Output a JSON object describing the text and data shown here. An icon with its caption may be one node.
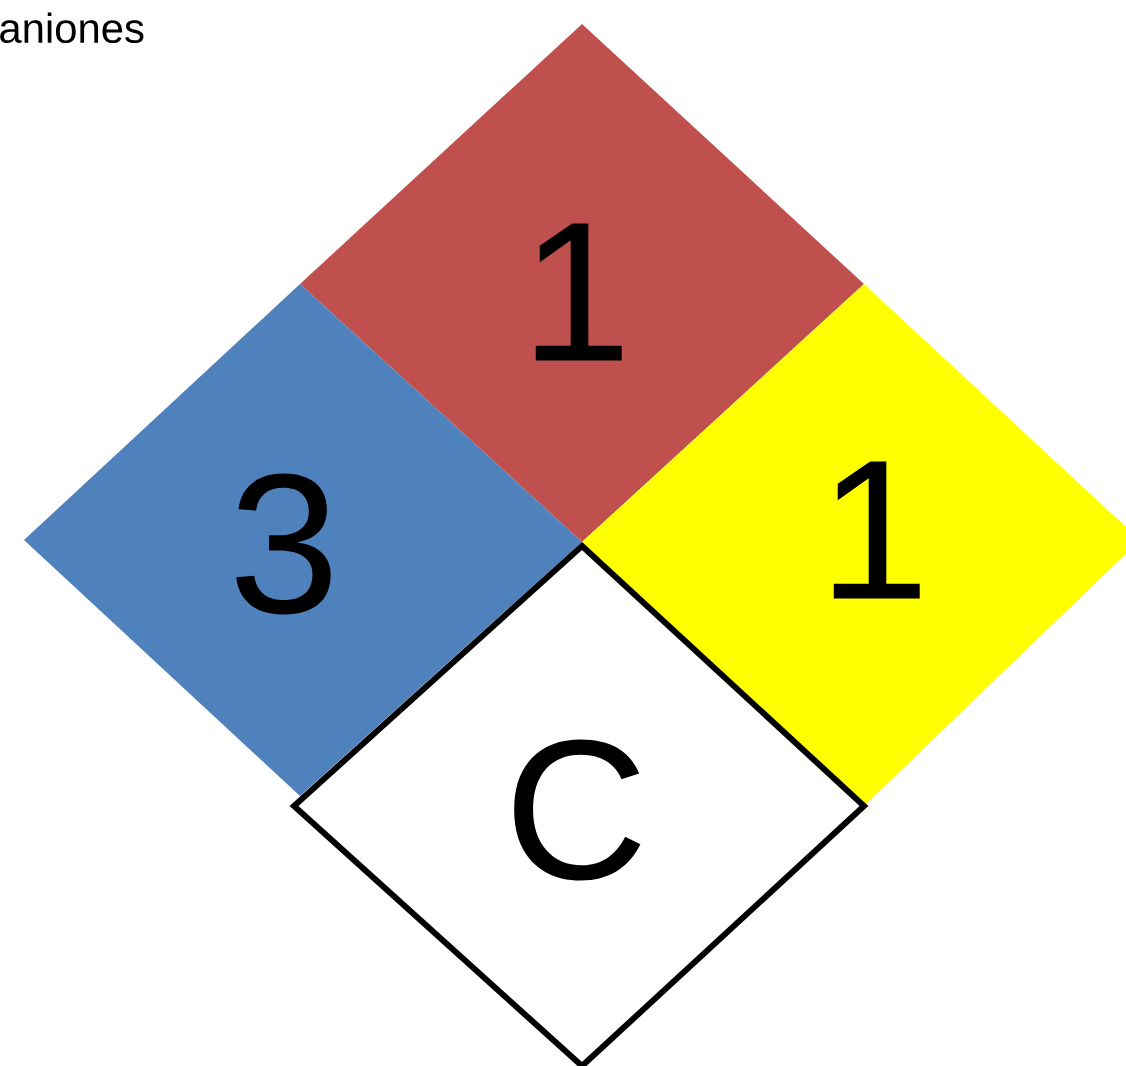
{
  "diagram": {
    "nodes": [
      {
        "text": [
          "1"
        ]
      },
      {
        "text": [
          "3"
        ]
      },
      {
        "text": [
          "1"
        ]
      },
      {
        "text": [
          "C"
        ]
      }
    ],
    "labels": [
      "aniones"
    ]
  }
}
